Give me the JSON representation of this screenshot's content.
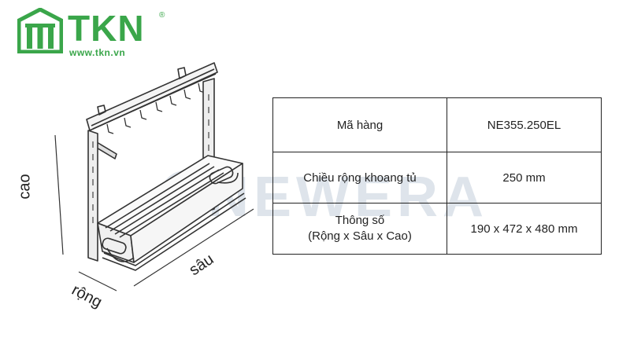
{
  "brand": {
    "name": "TKN",
    "registered": "®",
    "url": "www.tkn.vn",
    "color": "#3aa64a"
  },
  "watermark": {
    "text": "NEWERA",
    "color": "#8aa0b8"
  },
  "dimensions": {
    "height_label": "cao",
    "width_label": "rộng",
    "depth_label": "sâu"
  },
  "spec": {
    "rows": [
      {
        "key": "Mã hàng",
        "value": "NE355.250EL"
      },
      {
        "key": "Chiều rộng khoang tủ",
        "value": "250 mm"
      },
      {
        "key_line1": "Thông số",
        "key_line2": "(Rộng x Sâu x Cao)",
        "value": "190 x 472 x 480 mm"
      }
    ]
  }
}
